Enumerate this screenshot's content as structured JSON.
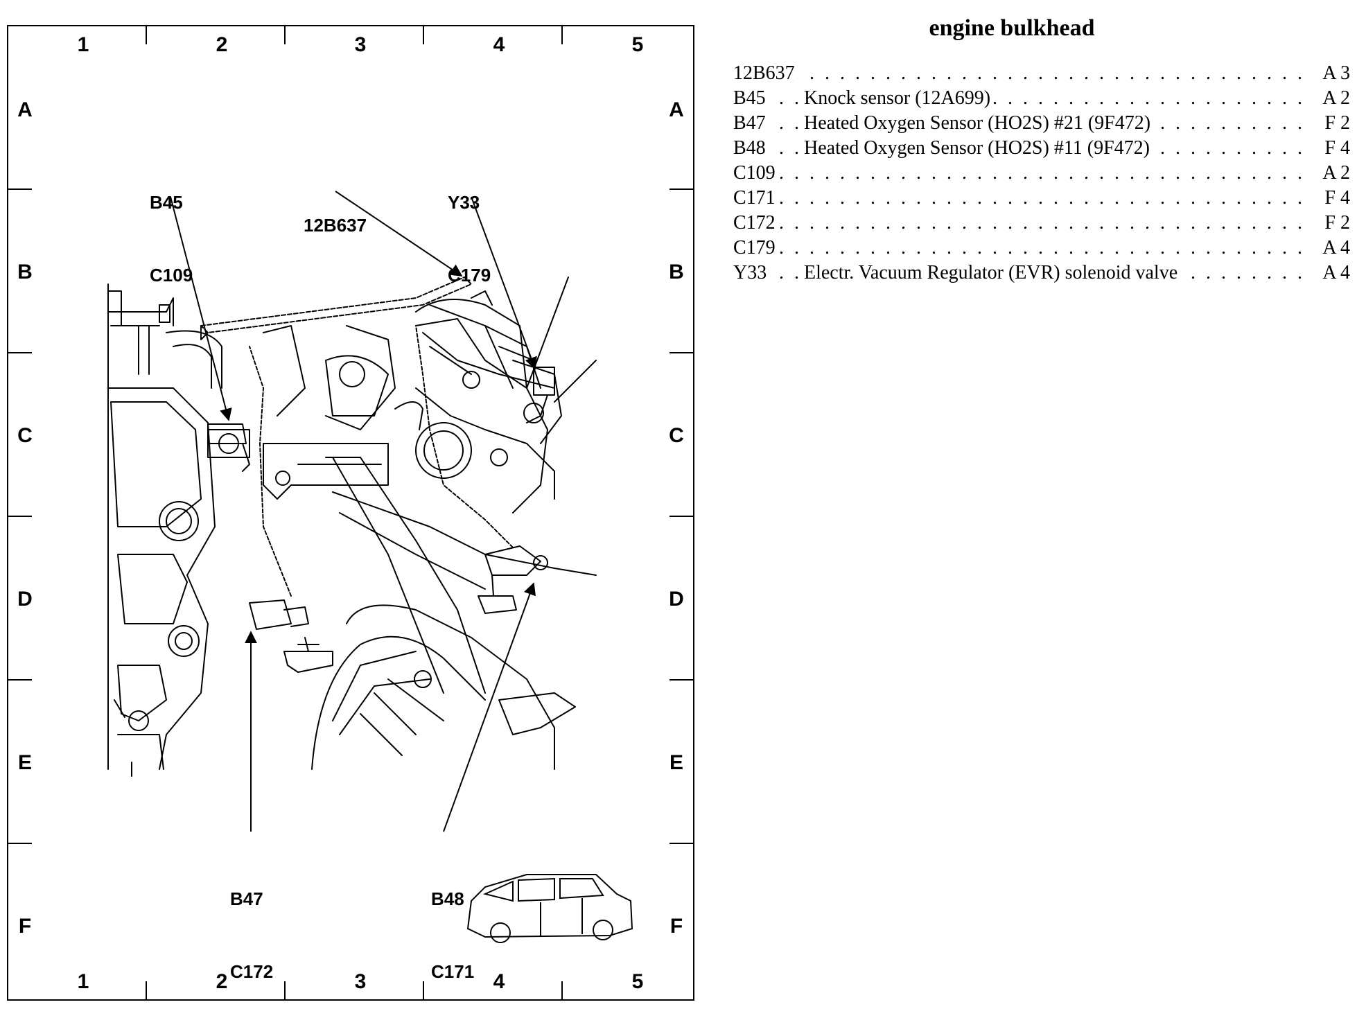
{
  "title": "engine bulkhead",
  "grid": {
    "columns": [
      "1",
      "2",
      "3",
      "4",
      "5"
    ],
    "rows": [
      "A",
      "B",
      "C",
      "D",
      "E",
      "F"
    ]
  },
  "callouts": {
    "b45_c109": {
      "line1": "B45",
      "line2": "C109"
    },
    "c12b637": {
      "line1": "12B637"
    },
    "y33_c179": {
      "line1": "Y33",
      "line2": "C179"
    },
    "b47_c172": {
      "line1": "B47",
      "line2": "C172"
    },
    "b48_c171": {
      "line1": "B48",
      "line2": "C171"
    }
  },
  "legend": [
    {
      "code": "12B637",
      "description": "",
      "location": "A 3"
    },
    {
      "code": "B45",
      "description": "Knock sensor (12A699)",
      "location": "A 2"
    },
    {
      "code": "B47",
      "description": "Heated Oxygen Sensor (HO2S) #21 (9F472)",
      "location": "F 2"
    },
    {
      "code": "B48",
      "description": "Heated Oxygen Sensor (HO2S) #11 (9F472)",
      "location": "F 4"
    },
    {
      "code": "C109",
      "description": "",
      "location": "A 2"
    },
    {
      "code": "C171",
      "description": "",
      "location": "F 4"
    },
    {
      "code": "C172",
      "description": "",
      "location": "F 2"
    },
    {
      "code": "C179",
      "description": "",
      "location": "A 4"
    },
    {
      "code": "Y33",
      "description": "Electr. Vacuum Regulator (EVR) solenoid valve",
      "location": "A 4"
    }
  ]
}
